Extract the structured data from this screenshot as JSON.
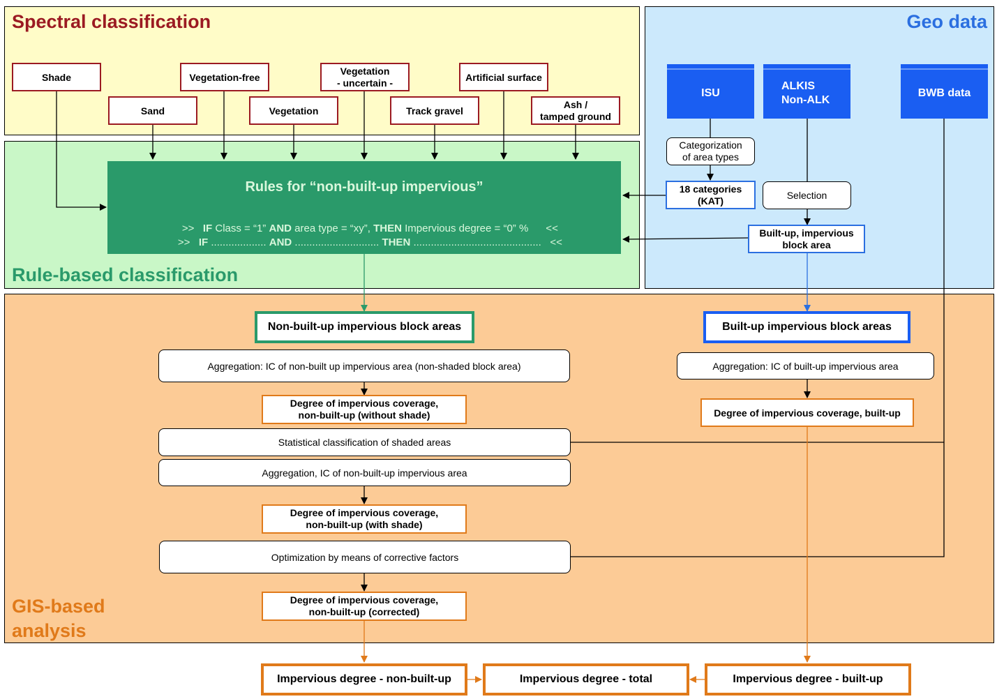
{
  "colors": {
    "spectral_bg": "#fffcc8",
    "geo_bg": "#cce9fc",
    "rule_bg": "#c9f7c7",
    "gis_bg": "#fccb96",
    "rules_box": "#2a9a6a",
    "red": "#9b1a22",
    "blue": "#1a5ef2",
    "orange": "#e07a1a",
    "green": "#2a9a6a"
  },
  "panels": {
    "spectral": "Spectral classification",
    "geo": "Geo data",
    "rule": "Rule-based classification",
    "gis_line1": "GIS-based",
    "gis_line2": "analysis"
  },
  "classes": {
    "shade": "Shade",
    "sand": "Sand",
    "veg_free": "Vegetation-free",
    "vegetation": "Vegetation",
    "veg_unc_1": "Vegetation",
    "veg_unc_2": "- uncertain -",
    "track": "Track gravel",
    "artificial": "Artificial surface",
    "ash_1": "Ash /",
    "ash_2": "tamped ground"
  },
  "geo": {
    "isu": "ISU",
    "alkis_1": "ALKIS",
    "alkis_2": "Non-ALK",
    "bwb": "BWB data",
    "categorization_1": "Categorization",
    "categorization_2": "of area types",
    "kat_1": "18 categories",
    "kat_2": "(KAT)",
    "selection": "Selection",
    "builtup_area_1": "Built-up, impervious",
    "builtup_area_2": "block area"
  },
  "rules": {
    "title": "Rules for “non-built-up impervious”",
    "l1_open": ">>   ",
    "l1_if": "IF",
    "l1_a": " Class = “1” ",
    "l1_and": "AND",
    "l1_b": " area type = “xy”, ",
    "l1_then": "THEN",
    "l1_c": " Impervious degree = “0” %      <<",
    "l2_open": ">>   ",
    "l2_if": "IF",
    "l2_a": " ................... ",
    "l2_and": "AND",
    "l2_b": " ............................. ",
    "l2_then": "THEN",
    "l2_c": " ............................................   <<"
  },
  "gis": {
    "nonbuilt_blocks": "Non-built-up impervious block areas",
    "built_blocks": "Built-up impervious block areas",
    "agg_nonbuilt": "Aggregation: IC of non-built up impervious area (non-shaded block area)",
    "agg_built": "Aggregation: IC of built-up impervious area",
    "deg_noshade_1": "Degree of impervious coverage,",
    "deg_noshade_2": "non-built-up (without shade)",
    "deg_built": "Degree of impervious coverage, built-up",
    "stat_class": "Statistical classification of shaded areas",
    "agg2": "Aggregation, IC of non-built-up impervious area",
    "deg_shade_1": "Degree of impervious coverage,",
    "deg_shade_2": "non-built-up (with shade)",
    "optim": "Optimization by means of corrective factors",
    "deg_corr_1": "Degree of impervious coverage,",
    "deg_corr_2": "non-built-up (corrected)"
  },
  "results": {
    "nonbuilt": "Impervious degree - non-built-up",
    "total": "Impervious degree - total",
    "built": "Impervious degree - built-up"
  }
}
